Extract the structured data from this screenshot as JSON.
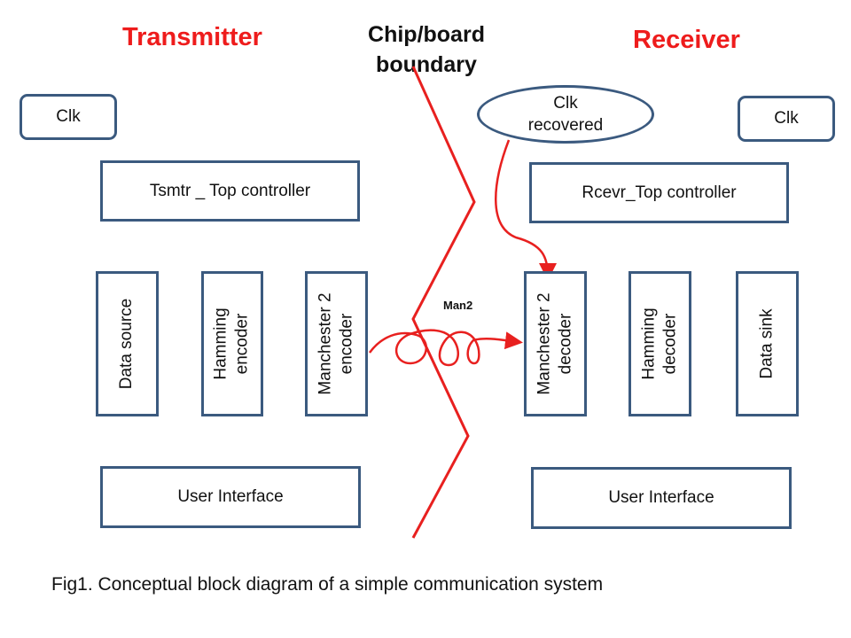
{
  "headings": {
    "transmitter": "Transmitter",
    "receiver": "Receiver",
    "boundary_line1": "Chip/board",
    "boundary_line2": "boundary"
  },
  "transmitter": {
    "clk": "Clk",
    "top_controller": "Tsmtr _ Top controller",
    "data_source": "Data source",
    "hamming_encoder_line1": "Hamming",
    "hamming_encoder_line2": "encoder",
    "manchester_encoder_line1": "Manchester 2",
    "manchester_encoder_line2": "encoder",
    "user_interface": "User Interface"
  },
  "receiver": {
    "clk": "Clk",
    "clk_recovered_line1": "Clk",
    "clk_recovered_line2": "recovered",
    "top_controller": "Rcevr_Top controller",
    "manchester_decoder_line1": "Manchester 2",
    "manchester_decoder_line2": "decoder",
    "hamming_decoder_line1": "Hamming",
    "hamming_decoder_line2": "decoder",
    "data_sink": "Data sink",
    "user_interface": "User Interface"
  },
  "link_label": "Man2",
  "caption": "Fig1. Conceptual block diagram of a simple communication system",
  "colors": {
    "heading_red": "#ee1c1c",
    "box_border": "#3b5a7f",
    "wire_red": "#e8201f"
  }
}
